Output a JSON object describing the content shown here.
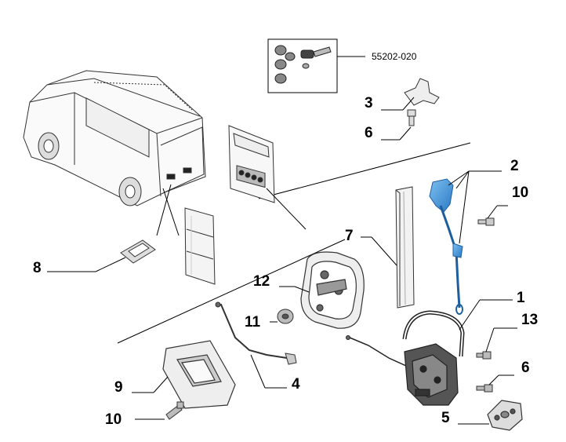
{
  "part_code": "55202-020",
  "callouts": {
    "c1": "1",
    "c2": "2",
    "c3": "3",
    "c4": "4",
    "c5": "5",
    "c6a": "6",
    "c6b": "6",
    "c8": "8",
    "c9": "9",
    "c10a": "10",
    "c10b": "10",
    "c11": "11",
    "c12": "12",
    "c13": "13",
    "c7": "7"
  },
  "colors": {
    "line": "#000000",
    "highlight": "#3a8fd8",
    "highlight_dark": "#1d5f9e",
    "panel": "#ffffff",
    "shade": "#d9d9d9"
  }
}
